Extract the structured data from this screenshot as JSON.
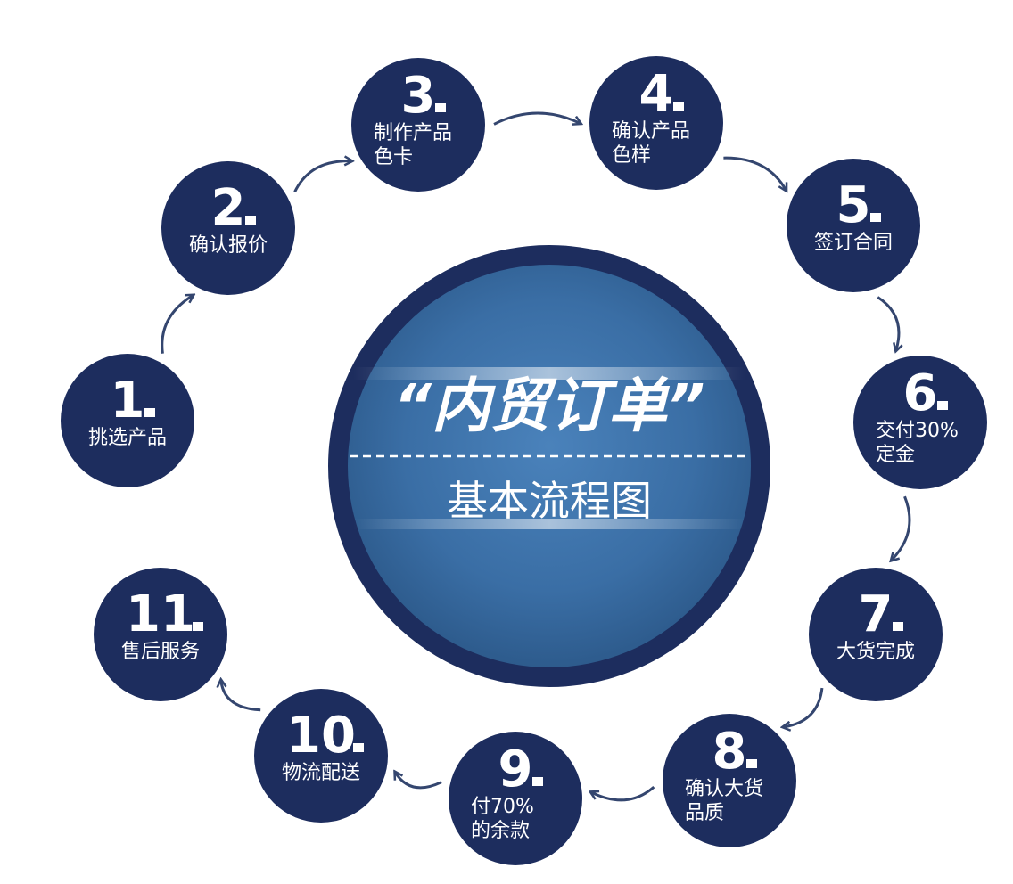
{
  "diagram": {
    "center": {
      "title": "“内贸订单”",
      "subtitle": "基本流程图"
    },
    "steps": [
      {
        "number": "1",
        "lines": [
          "挑选产品"
        ]
      },
      {
        "number": "2",
        "lines": [
          "确认报价"
        ]
      },
      {
        "number": "3",
        "lines": [
          "制作产品",
          "色卡"
        ]
      },
      {
        "number": "4",
        "lines": [
          "确认产品",
          "色样"
        ]
      },
      {
        "number": "5",
        "lines": [
          "签订合同"
        ]
      },
      {
        "number": "6",
        "lines": [
          "交付30%",
          "定金"
        ]
      },
      {
        "number": "7",
        "lines": [
          "大货完成"
        ]
      },
      {
        "number": "8",
        "lines": [
          "确认大货",
          "品质"
        ]
      },
      {
        "number": "9",
        "lines": [
          "付70%",
          "的余款"
        ]
      },
      {
        "number": "10",
        "lines": [
          "物流配送"
        ]
      },
      {
        "number": "11",
        "lines": [
          "售后服务"
        ]
      }
    ],
    "colors": {
      "node": "#1d2d5e",
      "center_dark": "#1d2d5e",
      "center_light": "#3a6ea5",
      "arrow": "#34466f",
      "text": "#ffffff"
    }
  }
}
